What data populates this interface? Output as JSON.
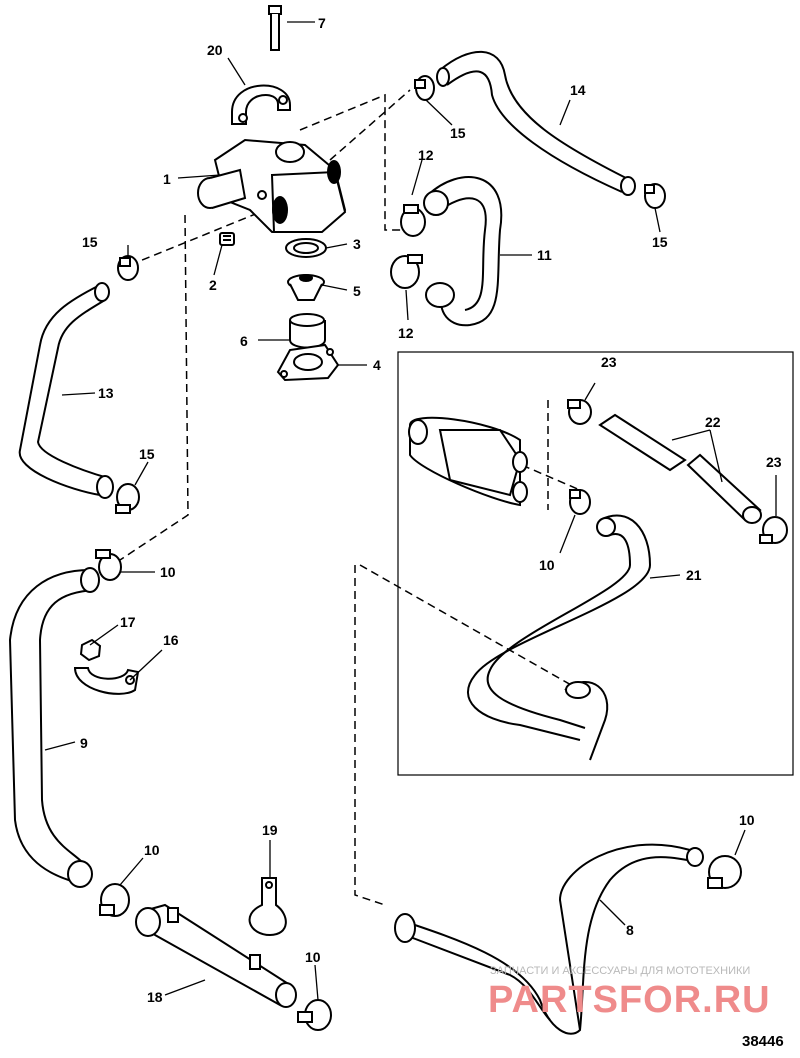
{
  "callouts": [
    "1",
    "2",
    "3",
    "4",
    "5",
    "6",
    "7",
    "8",
    "9",
    "10",
    "11",
    "12",
    "13",
    "14",
    "15",
    "16",
    "17",
    "18",
    "19",
    "20",
    "21",
    "22",
    "23"
  ],
  "repeated_callouts": {
    "c10": "10",
    "c12": "12",
    "c15": "15",
    "c23": "23"
  },
  "watermark": {
    "caption": "ЗАПЧАСТИ И АКСЕССУАРЫ ДЛЯ МОТОТЕХНИКИ",
    "brand": "PARTSFOR.RU"
  },
  "diagram_code": "38446",
  "colors": {
    "line": "#000000",
    "background": "#ffffff",
    "watermark_brand": "#ef8b8b",
    "watermark_caption": "#b9b9b9"
  }
}
